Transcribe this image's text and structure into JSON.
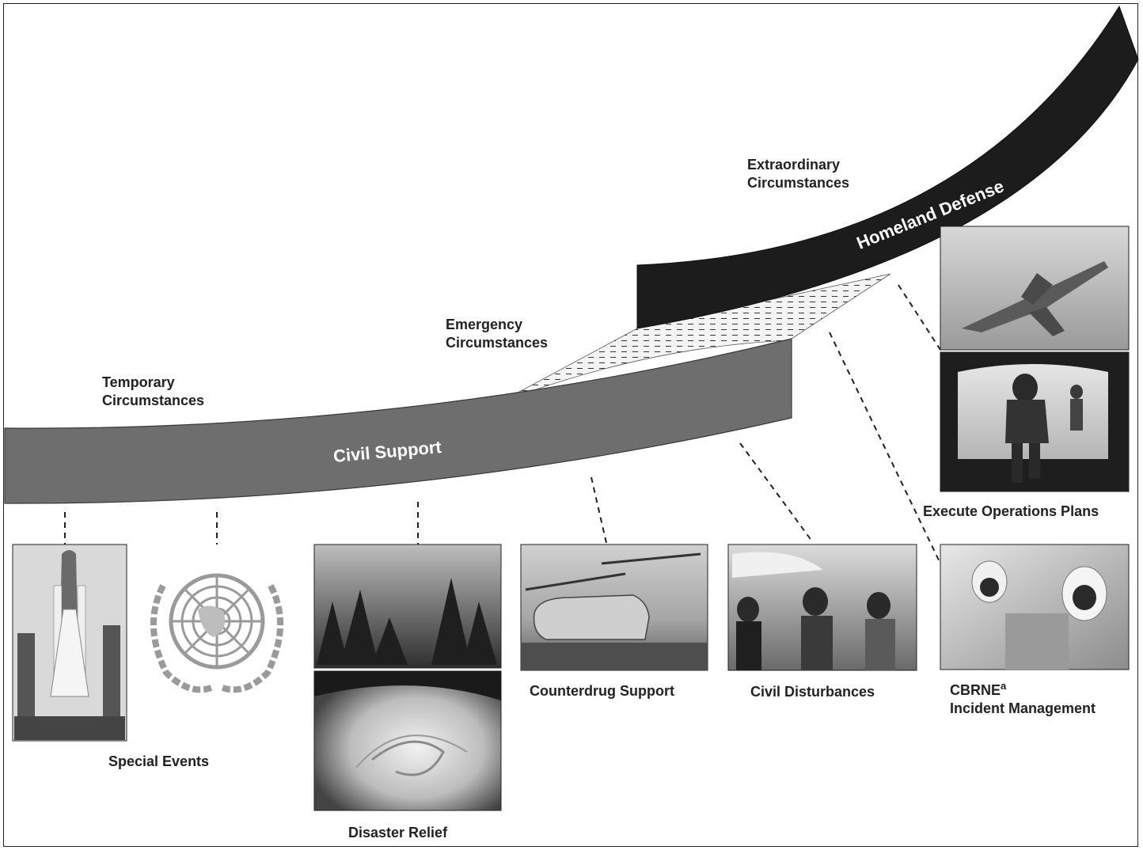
{
  "bands": {
    "civil_support": "Civil Support",
    "homeland_defense": "Homeland Defense"
  },
  "circumstances": {
    "temporary_line1": "Temporary",
    "temporary_line2": "Circumstances",
    "emergency_line1": "Emergency",
    "emergency_line2": "Circumstances",
    "extraordinary_line1": "Extraordinary",
    "extraordinary_line2": "Circumstances"
  },
  "missions": {
    "special_events": "Special Events",
    "disaster_relief": "Disaster Relief",
    "counterdrug_support": "Counterdrug Support",
    "civil_disturbances": "Civil Disturbances",
    "cbrne": "CBRNE",
    "cbrne_footnote": "a",
    "incident_management": "Incident Management",
    "execute_operations_plans": "Execute Operations Plans"
  },
  "colors": {
    "civil_support_band": "#6e6e6e",
    "homeland_defense_band": "#1c1c1c",
    "photo_placeholder": "#8a8a8a"
  }
}
